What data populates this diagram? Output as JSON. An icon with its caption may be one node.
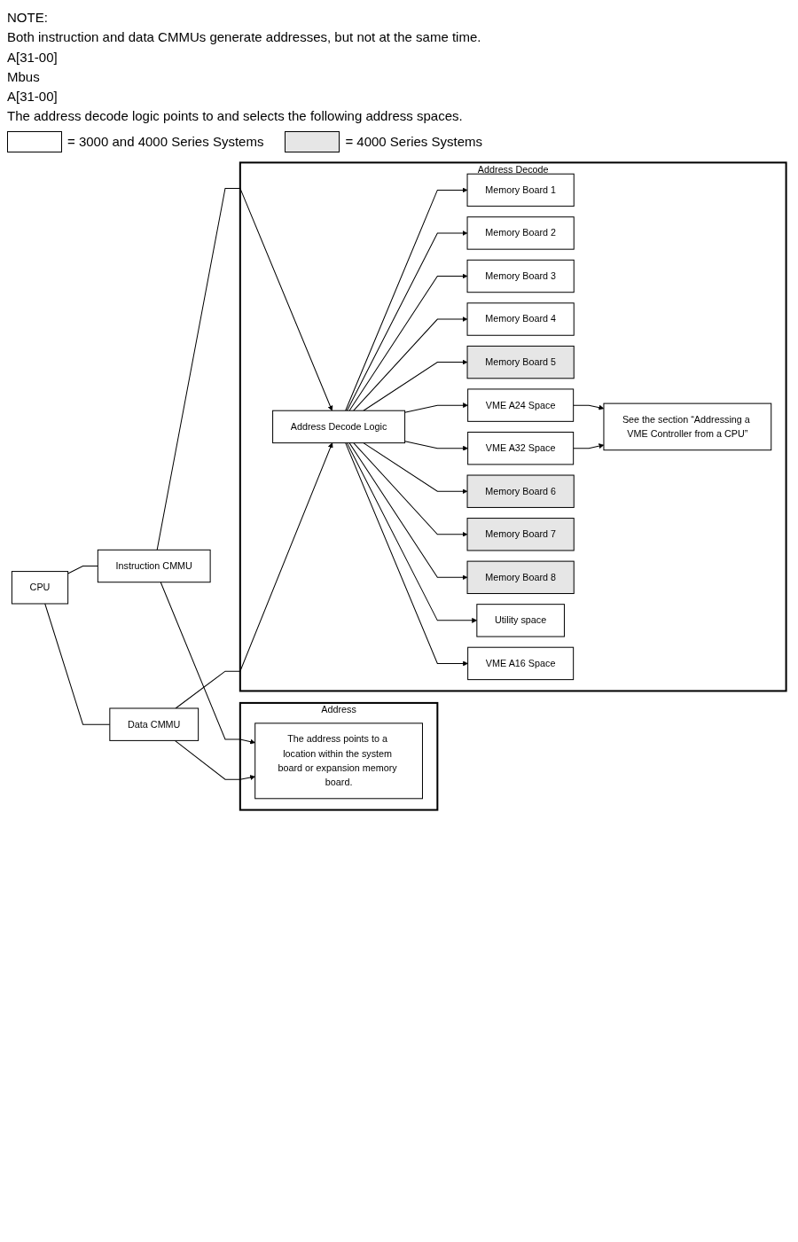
{
  "diagram": {
    "nodes": [
      {
        "text": [
          "CPU"
        ]
      },
      {
        "text": [
          "Instruction CMMU"
        ]
      },
      {
        "text": [
          "Data CMMU"
        ]
      },
      {
        "text": [
          "Address"
        ]
      },
      {
        "text": [
          "The address points to a location within the system board or expansion memory board."
        ],
        "in": 3
      },
      {
        "text": [
          "Address Decode"
        ]
      },
      {
        "text": [
          "Address Decode Logic"
        ],
        "in": 5
      },
      {
        "text": [
          "Memory Board 1"
        ],
        "in": 5
      },
      {
        "text": [
          "Memory Board 2"
        ],
        "in": 5
      },
      {
        "text": [
          "Memory Board 3"
        ],
        "in": 5
      },
      {
        "text": [
          "Memory Board 4"
        ],
        "in": 5
      },
      {
        "text": [
          "Memory Board 5"
        ],
        "in": 5
      },
      {
        "text": [
          "VME A24 Space"
        ],
        "in": 5
      },
      {
        "text": [
          "VME A32 Space"
        ],
        "in": 5
      },
      {
        "text": [
          "Memory Board 6"
        ],
        "in": 5
      },
      {
        "text": [
          "Memory Board 7"
        ],
        "in": 5
      },
      {
        "text": [
          "Memory Board 8"
        ],
        "in": 5
      },
      {
        "text": [
          "Utility space"
        ],
        "in": 5
      },
      {
        "text": [
          "VME A16 Space"
        ],
        "in": 5
      },
      {
        "text": [
          "See the section “Addressing a VME Controller from a CPU”"
        ],
        "in": 5
      }
    ],
    "edges": [
      {
        "from": 0,
        "to": 1,
        "arrow": "none"
      },
      {
        "from": 0,
        "to": 2,
        "arrow": "none"
      },
      {
        "from": 1,
        "to": 4,
        "arrow": "to"
      },
      {
        "from": 1,
        "to": 6,
        "arrow": "to"
      },
      {
        "from": 2,
        "to": 4,
        "arrow": "to"
      },
      {
        "from": 2,
        "to": 6,
        "arrow": "to"
      },
      {
        "from": 6,
        "to": 7,
        "arrow": "to"
      },
      {
        "from": 6,
        "to": 8,
        "arrow": "to"
      },
      {
        "from": 6,
        "to": 9,
        "arrow": "to"
      },
      {
        "from": 6,
        "to": 10,
        "arrow": "to"
      },
      {
        "from": 6,
        "to": 11,
        "arrow": "to"
      },
      {
        "from": 6,
        "to": 12,
        "arrow": "to"
      },
      {
        "from": 6,
        "to": 13,
        "arrow": "to"
      },
      {
        "from": 6,
        "to": 14,
        "arrow": "to"
      },
      {
        "from": 6,
        "to": 15,
        "arrow": "to"
      },
      {
        "from": 6,
        "to": 16,
        "arrow": "to"
      },
      {
        "from": 6,
        "to": 17,
        "arrow": "to"
      },
      {
        "from": 6,
        "to": 18,
        "arrow": "to"
      },
      {
        "from": 12,
        "to": 19,
        "arrow": "to"
      },
      {
        "from": 13,
        "to": 19,
        "arrow": "to"
      }
    ],
    "labels": [
      "NOTE:",
      "Both instruction and data CMMUs generate addresses, but not at the same time.",
      "A[31-00]",
      "Mbus",
      "A[31-00]",
      "The address decode logic points to and selects the following address spaces."
    ],
    "legend": [
      {
        "text": "= 3000 and 4000 Series Systems",
        "color": "#ffffff"
      },
      {
        "text": "= 4000 Series Systems",
        "color": "#e6e6e6"
      }
    ]
  }
}
